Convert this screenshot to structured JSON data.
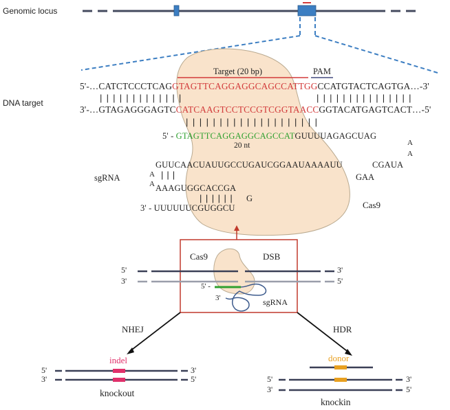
{
  "genomic_locus_label": "Genomic locus",
  "dna_target_label": "DNA target",
  "target_label": "Target (20 bp)",
  "pam_label": "PAM",
  "strand_top": {
    "prefix": "5'-…CATCTCCCTCAG",
    "target": "GTAGTTCAGGAGGCAGCCATTGG",
    "suffix": "CCATGTACTCAGTGA…-3'"
  },
  "strand_bottom": {
    "prefix": "3'-…GTAGAGGGAGTC",
    "target": "CATCAAGTCCTCCGTCGGTAACC",
    "suffix": "GGTACATGAGTCACT…-5'"
  },
  "sgrna_5prime": "5' -",
  "sgrna_guide": "GTAGTTCAGGAGGCAGCCAT",
  "sgrna_guide_tail": "GUUUUAGAGCUAG",
  "nt20_label": "20 nt",
  "loop_a1": "A",
  "loop_a2": "A",
  "sgrna_line2": "GUUCAACUAUUGCCUGAUCGGAAUAAAAUU",
  "sgrna_line2_end": "CGAUA",
  "sgrna_a3": "A",
  "sgrna_a4": "A",
  "sgrna_gaa": "GAA",
  "sgrna_line3": "AAAGUGGCACCGA",
  "sgrna_g": "G",
  "sgrna_3prime": "3' -",
  "sgrna_line4": "UUUUUUCGUGGCU",
  "sgrna_label": "sgRNA",
  "cas9_label": "Cas9",
  "inset": {
    "cas9": "Cas9",
    "dsb": "DSB",
    "five_top": "5'",
    "three_top": "3'",
    "three_bottom": "3'",
    "five_bottom": "5'",
    "sg_five": "5' -",
    "sg_three": "3'",
    "sgrna": "sgRNA"
  },
  "nhej_label": "NHEJ",
  "hdr_label": "HDR",
  "indel_label": "indel",
  "donor_label": "donor",
  "knockout_label": "knockout",
  "knockin_label": "knockin",
  "ends": {
    "ko_5_top": "5'",
    "ko_3_top": "3'",
    "ko_3_bot": "3'",
    "ko_5_bot": "5'",
    "ki_5_top": "5'",
    "ki_3_top": "3'",
    "ki_3_bot": "3'",
    "ki_5_bot": "5'"
  },
  "colors": {
    "red": "#d23a3a",
    "green": "#2fa02f",
    "blue_gene": "#3c7ec2",
    "cas9_fill": "#f9e3cb",
    "indel_pink": "#e0306a",
    "donor_orange": "#e8a020",
    "dashed_blue": "#3c7ec2"
  }
}
